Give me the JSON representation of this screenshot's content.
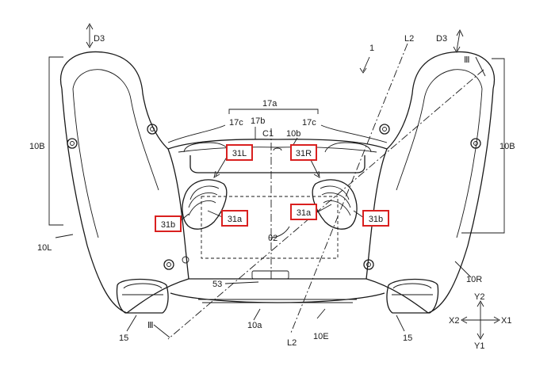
{
  "figure": {
    "ref_device": "1",
    "labels": {
      "d3_left": "D3",
      "d3_right": "D3",
      "l2_top": "L2",
      "l2_bottom": "L2",
      "iii_top": "Ⅲ",
      "iii_bottom": "Ⅲ",
      "ref_17a": "17a",
      "ref_17c_left": "17c",
      "ref_17b": "17b",
      "ref_17c_right": "17c",
      "ref_c1": "C1",
      "ref_10b": "10b",
      "ref_10B_left": "10B",
      "ref_10B_right": "10B",
      "ref_10L": "10L",
      "ref_10R": "10R",
      "theta2": "θ2",
      "ref_53": "53",
      "ref_15_left": "15",
      "ref_15_right": "15",
      "ref_10a": "10a",
      "ref_10E": "10E"
    },
    "highlighted_labels": {
      "l_31L": "31L",
      "l_31R": "31R",
      "l_31a_left": "31a",
      "l_31a_right": "31a",
      "l_31b_left": "31b",
      "l_31b_right": "31b"
    },
    "axes": {
      "y2": "Y2",
      "y1": "Y1",
      "x2": "X2",
      "x1": "X1"
    }
  }
}
